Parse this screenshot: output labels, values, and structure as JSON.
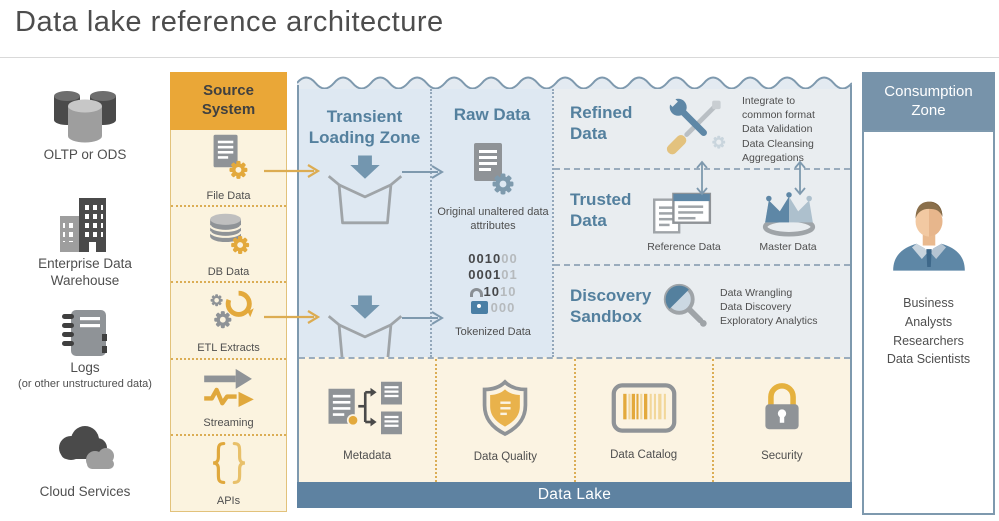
{
  "title": "Data lake reference architecture",
  "palette": {
    "gold": "#EAA737",
    "gold_accent": "#E3A93C",
    "cream": "#FBF3DF",
    "blue_zone": "#DEE8F2",
    "gray_zone": "#E9EDF0",
    "slate_header": "#7793AA",
    "lake_bar": "#5E82A1",
    "heading_blue": "#54809E",
    "icon_gray": "#8F9397",
    "icon_dark": "#4A4A4A",
    "text_gray": "#4F4F4F"
  },
  "sources": [
    {
      "label": "OLTP or ODS",
      "icon": "databases-icon"
    },
    {
      "label": "Enterprise Data Warehouse",
      "icon": "buildings-icon"
    },
    {
      "label": "Logs",
      "sublabel": "(or other unstructured data)",
      "icon": "logbook-icon"
    },
    {
      "label": "Cloud Services",
      "icon": "clouds-icon"
    }
  ],
  "source_system": {
    "header": "Source System",
    "items": [
      {
        "label": "File Data",
        "icon": "file-gear-icon"
      },
      {
        "label": "DB Data",
        "icon": "database-gear-icon"
      },
      {
        "label": "ETL Extracts",
        "icon": "gears-icon"
      },
      {
        "label": "Streaming",
        "icon": "streaming-arrows-icon"
      },
      {
        "label": "APIs",
        "icon": "braces-icon"
      }
    ]
  },
  "lake": {
    "transient": {
      "title": "Transient Loading Zone"
    },
    "raw": {
      "title": "Raw Data",
      "caption1": "Original unaltered data attributes",
      "binary": [
        {
          "dark": "0010",
          "light": "00"
        },
        {
          "dark": "0001",
          "light": "01"
        },
        {
          "dark": "10",
          "light": "10"
        },
        {
          "dark": "",
          "light": "000"
        }
      ],
      "caption2": "Tokenized Data"
    },
    "refined": {
      "title": "Refined Data",
      "notes": [
        "Integrate to",
        "common format",
        "Data Validation",
        "Data Cleansing",
        "Aggregations"
      ]
    },
    "trusted": {
      "title": "Trusted Data",
      "items": [
        "Reference Data",
        "Master Data"
      ]
    },
    "discovery": {
      "title": "Discovery Sandbox",
      "notes": [
        "Data Wrangling",
        "Data Discovery",
        "Exploratory Analytics"
      ]
    },
    "services": [
      "Metadata",
      "Data Quality",
      "Data Catalog",
      "Security"
    ],
    "bar": "Data Lake"
  },
  "consumption": {
    "header": "Consumption Zone",
    "roles": [
      "Business",
      "Analysts",
      "Researchers",
      "Data Scientists"
    ]
  }
}
